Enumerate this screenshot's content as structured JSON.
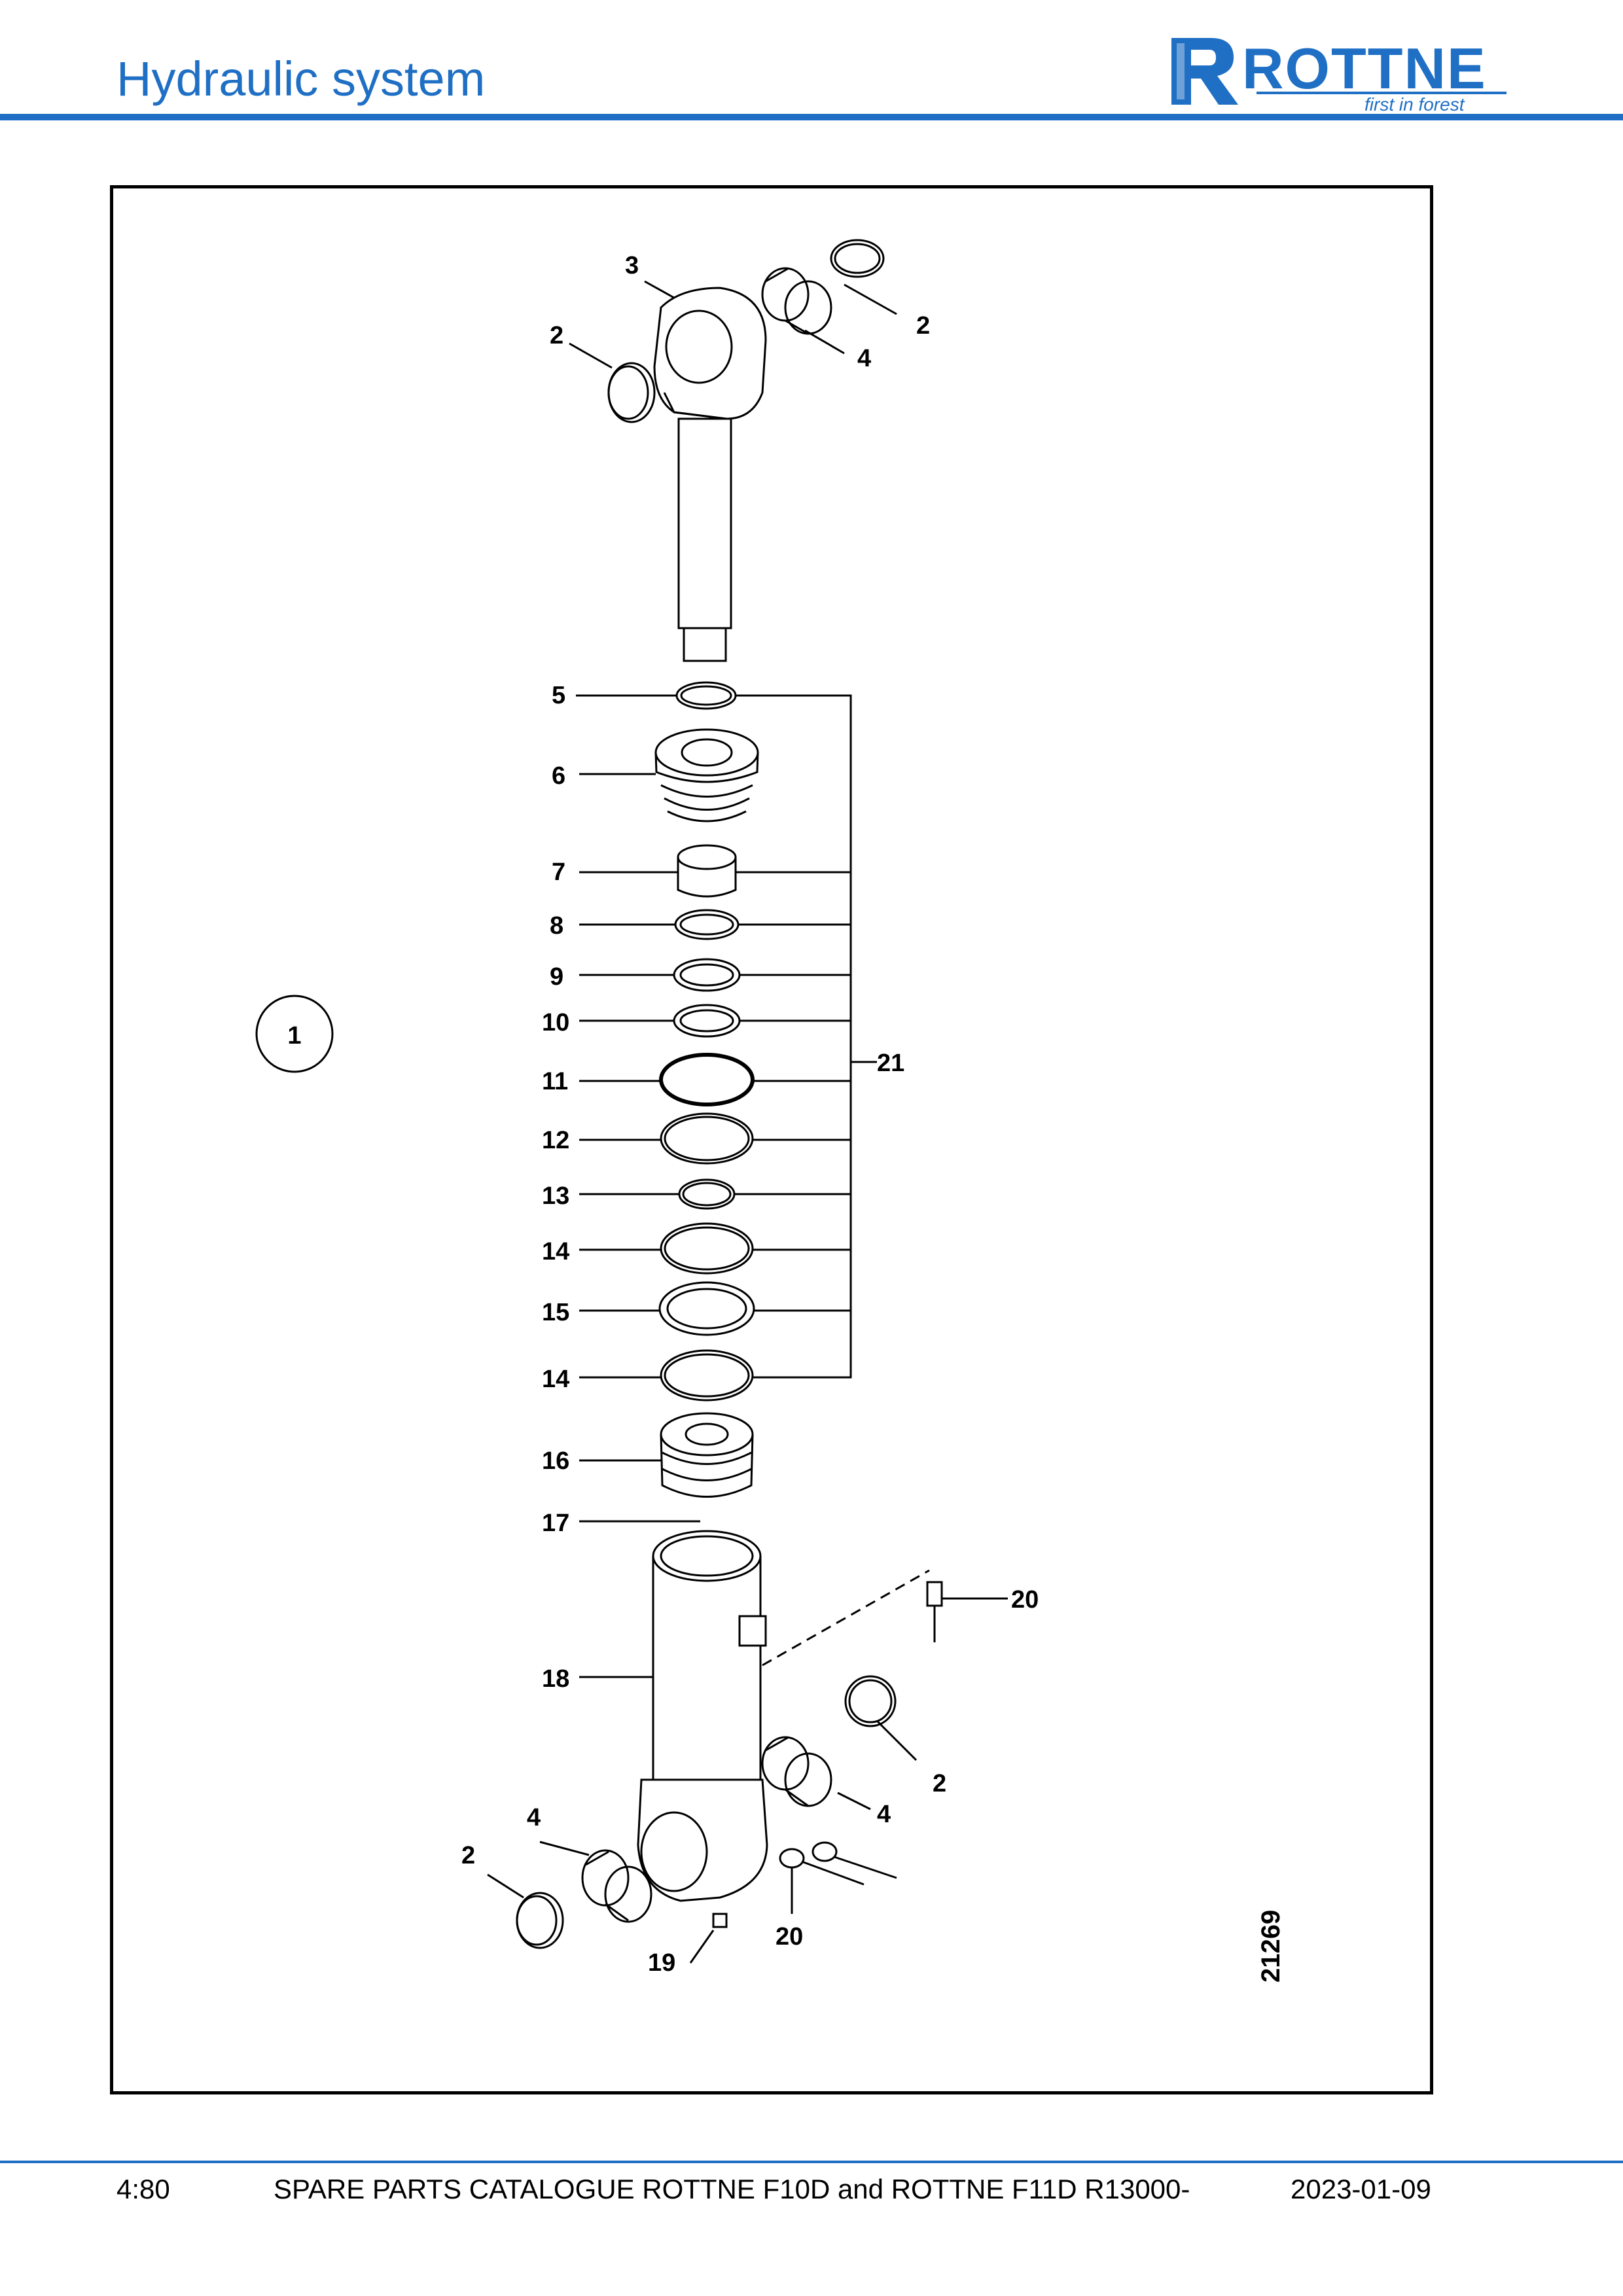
{
  "header": {
    "title": "Hydraulic system"
  },
  "logo": {
    "name": "ROTTNE",
    "tagline": "first in forest",
    "brand_color": "#1f6fc4"
  },
  "diagram": {
    "figure_number": "21269",
    "assembly_callout": "1",
    "callouts": [
      {
        "label": "3"
      },
      {
        "label": "2"
      },
      {
        "label": "2"
      },
      {
        "label": "4"
      },
      {
        "label": "5"
      },
      {
        "label": "6"
      },
      {
        "label": "7"
      },
      {
        "label": "8"
      },
      {
        "label": "9"
      },
      {
        "label": "10"
      },
      {
        "label": "11"
      },
      {
        "label": "12"
      },
      {
        "label": "13"
      },
      {
        "label": "14"
      },
      {
        "label": "15"
      },
      {
        "label": "14"
      },
      {
        "label": "16"
      },
      {
        "label": "17"
      },
      {
        "label": "18"
      },
      {
        "label": "20"
      },
      {
        "label": "2"
      },
      {
        "label": "4"
      },
      {
        "label": "4"
      },
      {
        "label": "2"
      },
      {
        "label": "20"
      },
      {
        "label": "19"
      },
      {
        "label": "21"
      }
    ]
  },
  "footer": {
    "page": "4:80",
    "catalogue": "SPARE PARTS CATALOGUE ROTTNE F10D and ROTTNE F11D R13000-",
    "date": "2023-01-09"
  }
}
